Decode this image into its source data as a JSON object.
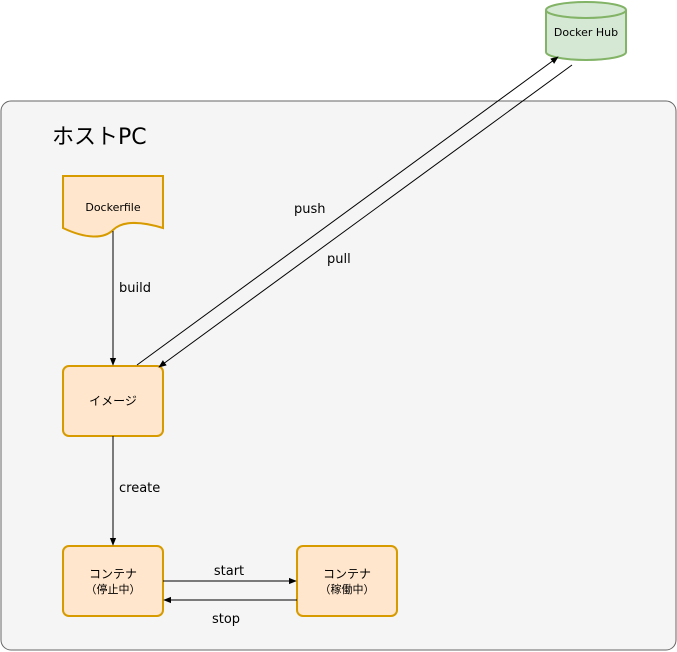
{
  "host": {
    "title": "ホストPC"
  },
  "nodes": {
    "docker_hub": {
      "label": "Docker Hub"
    },
    "dockerfile": {
      "label": "Dockerfile"
    },
    "image": {
      "label": "イメージ"
    },
    "container_stopped": {
      "line1": "コンテナ",
      "line2": "（停止中）"
    },
    "container_running": {
      "line1": "コンテナ",
      "line2": "（稼働中）"
    }
  },
  "edges": {
    "build": "build",
    "create": "create",
    "push": "push",
    "pull": "pull",
    "start": "start",
    "stop": "stop"
  },
  "colors": {
    "host_fill": "#f5f5f5",
    "host_stroke": "#666666",
    "node_fill": "#ffe6cc",
    "node_stroke": "#d79b00",
    "hub_fill": "#d5e8d4",
    "hub_stroke": "#82b366"
  }
}
